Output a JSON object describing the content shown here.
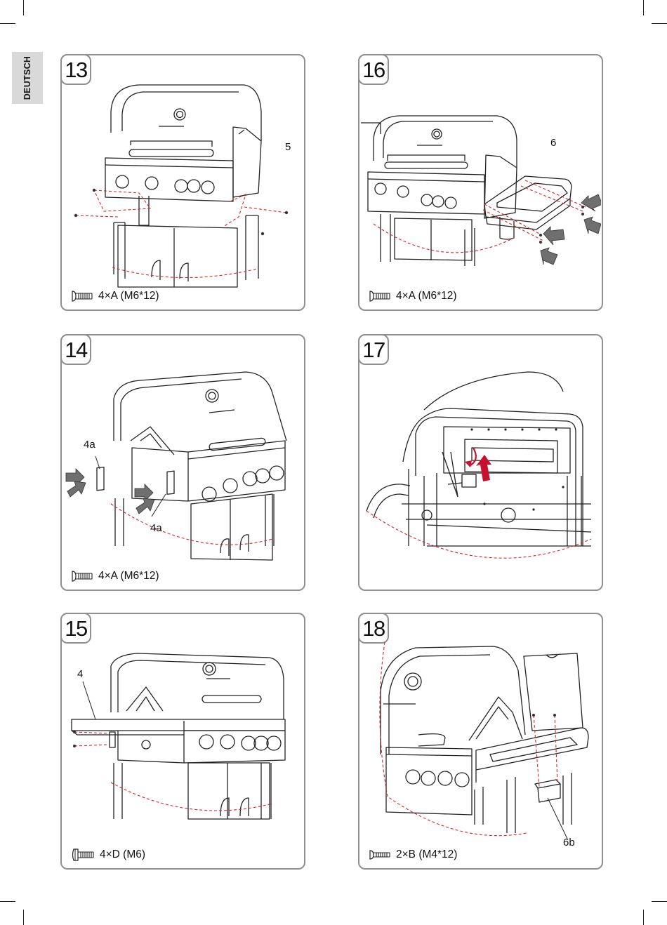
{
  "side_tab": {
    "label": "DEUTSCH"
  },
  "panels": {
    "p13": {
      "step": "13",
      "part_label": "5",
      "hardware": "4×A (M6*12)"
    },
    "p16": {
      "step": "16",
      "part_label": "6",
      "hardware": "4×A (M6*12)"
    },
    "p14": {
      "step": "14",
      "part_label_a": "4a",
      "part_label_b": "4a",
      "hardware": "4×A (M6*12)"
    },
    "p17": {
      "step": "17"
    },
    "p15": {
      "step": "15",
      "part_label": "4",
      "hardware": "4×D (M6)"
    },
    "p18": {
      "step": "18",
      "part_label": "6b",
      "hardware": "2×B (M4*12)"
    }
  },
  "colors": {
    "panel_border": "#8f8f8f",
    "side_tab_bg": "#d9d9d9",
    "dashed_guide": "#d9262b",
    "arrow_grey": "#6f6f6f",
    "arrow_red": "#c8102e"
  },
  "icons": [
    "bolt-icon",
    "push-arrow-icon",
    "rotate-arrow-icon"
  ]
}
